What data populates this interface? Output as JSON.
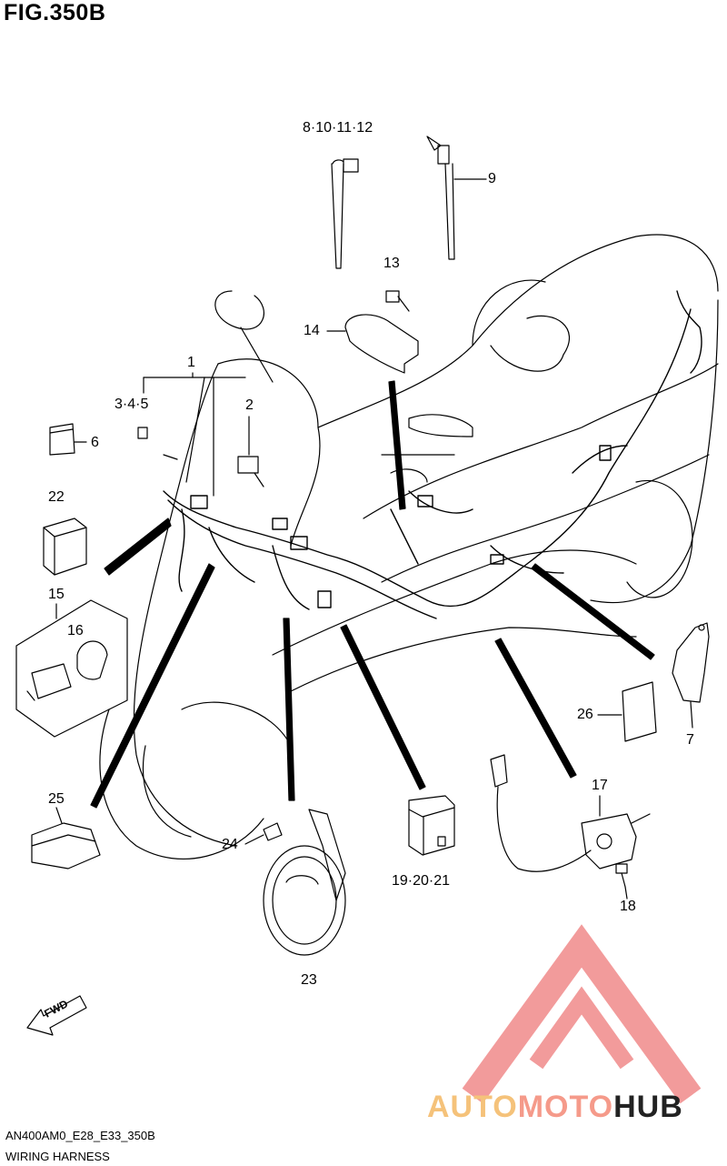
{
  "figure": {
    "title": "FIG.350B",
    "code": "AN400AM0_E28_E33_350B",
    "name": "WIRING HARNESS"
  },
  "callouts": {
    "c1": "1",
    "c2": "2",
    "c345": "3·4·5",
    "c6": "6",
    "c7": "7",
    "c8": "8·10·11·12",
    "c9": "9",
    "c13": "13",
    "c14": "14",
    "c15": "15",
    "c16": "16",
    "c17": "17",
    "c18": "18",
    "c19": "19·20·21",
    "c22": "22",
    "c23": "23",
    "c24": "24",
    "c25": "25",
    "c26": "26"
  },
  "fwd_label": "FWD",
  "watermark": {
    "part1": "AUTO",
    "part2": "MOTO",
    "part3": "HUB",
    "colors": {
      "auto": "#f5c27a",
      "moto": "#f59a8a",
      "hub": "#222222",
      "triangle": "#f08a8a"
    }
  }
}
